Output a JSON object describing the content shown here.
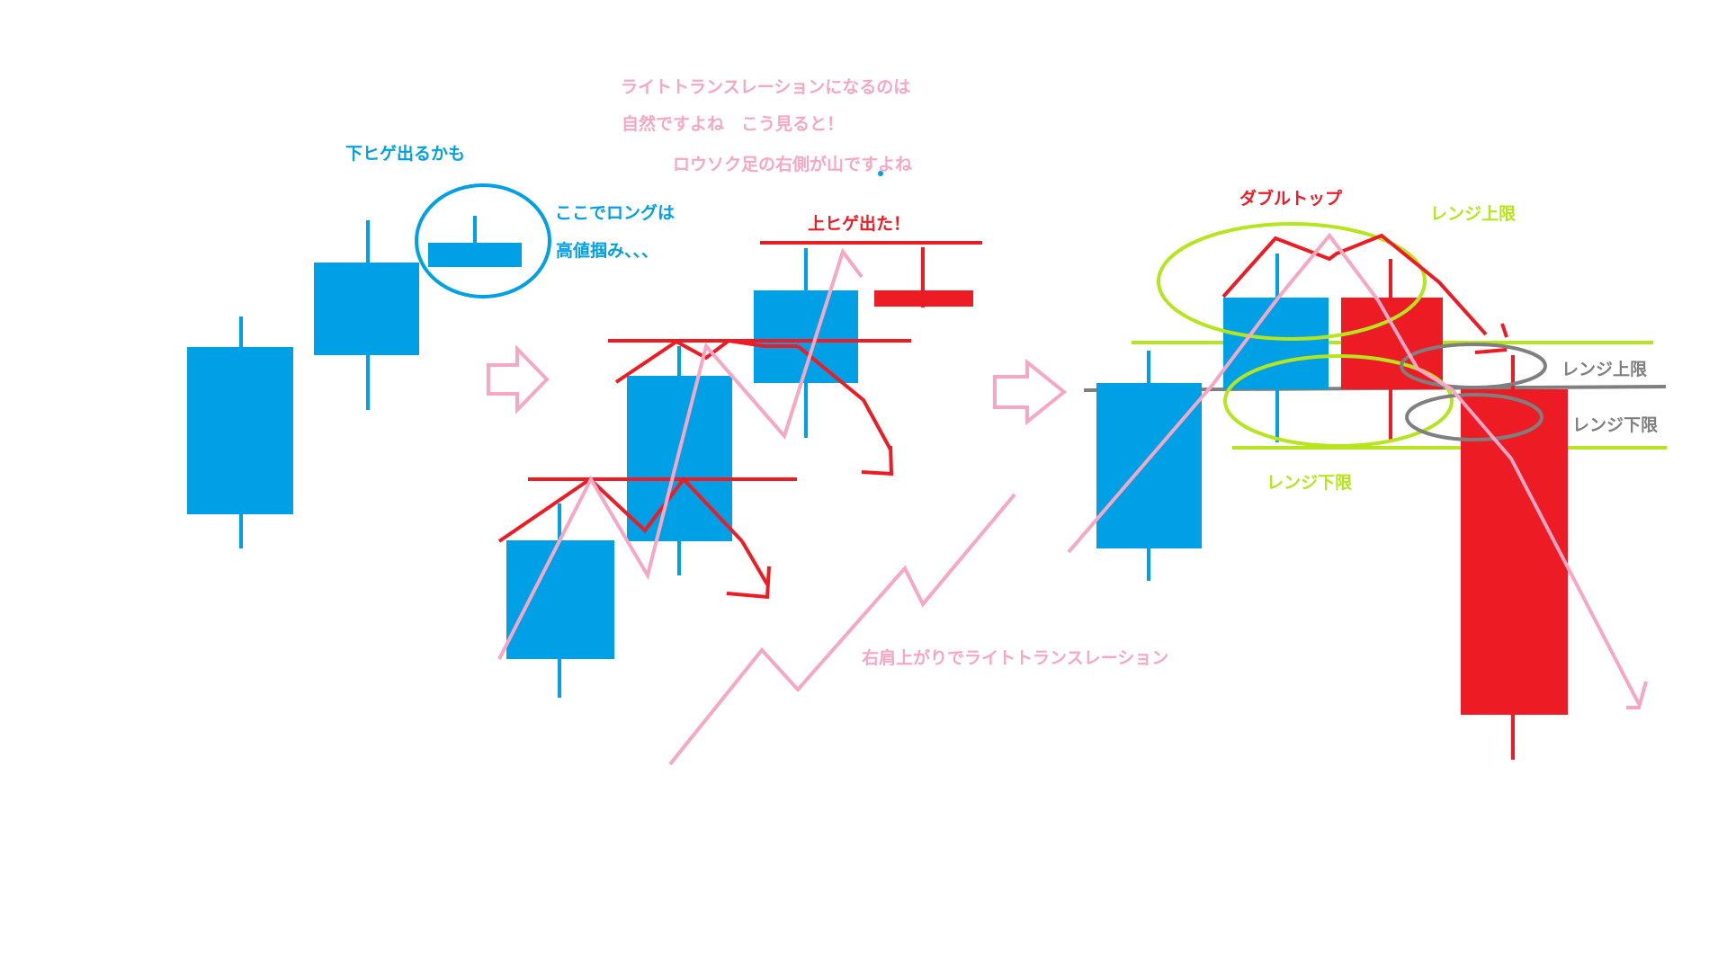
{
  "colors": {
    "blue": "#00a0e6",
    "red": "#ed1c24",
    "pink": "#f7a7c4",
    "lime": "#b5e61d",
    "gray": "#7f7f7f"
  },
  "labels": {
    "lower_wick_maybe": "下ヒゲ出るかも",
    "long_here": "ここでロングは",
    "bought_at_high": "高値掴み、、、",
    "right_translation_natural": "ライトトランスレーションになるのは",
    "natural_when_seen": "自然ですよね　こう見ると！",
    "right_side_mountain": "ロウソク足の右側が山ですよね",
    "upper_wick_appeared": "上ヒゲ出た！",
    "uptrend_right_translation": "右肩上がりでライトトランスレーション",
    "double_top": "ダブルトップ",
    "range_upper_lime": "レンジ上限",
    "range_lower_lime": "レンジ下限",
    "range_upper_gray": "レンジ上限",
    "range_lower_gray": "レンジ下限"
  },
  "icons": [
    "arrow-right-icon"
  ]
}
